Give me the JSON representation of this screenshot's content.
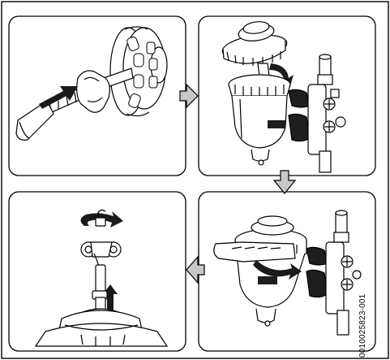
{
  "figure": {
    "document_id": "0010025823-001",
    "panels": [
      {
        "step": 1,
        "content": "handle-key-inserted-into-filter-cap"
      },
      {
        "step": 2,
        "content": "filter-cap-being-removed-from-housing"
      },
      {
        "step": 3,
        "content": "key-turning-filter-cap-on-housing"
      },
      {
        "step": 4,
        "content": "vent-key-unlocking-valve"
      }
    ],
    "flow_arrows": [
      "right",
      "down",
      "left"
    ],
    "colors": {
      "line": "#000000",
      "panel_border": "#000000",
      "direction_arrow": "#1a1a1a",
      "flow_arrow_fill": "#c8c8c8",
      "gasket": "#1e1e1e",
      "part_fill": "#ffffff"
    }
  }
}
